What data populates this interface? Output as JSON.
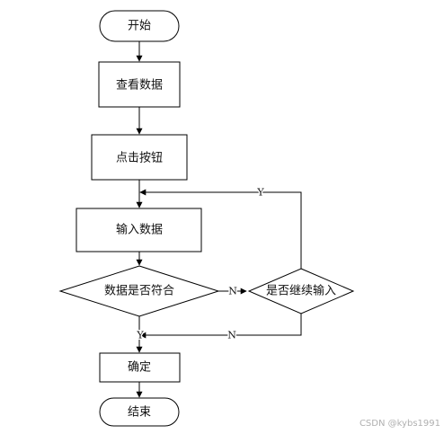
{
  "nodes": {
    "start": "开始",
    "view_data": "查看数据",
    "click_button": "点击按钮",
    "input_data": "输入数据",
    "data_match": "数据是否符合",
    "continue_input": "是否继续输入",
    "confirm": "确定",
    "end": "结束"
  },
  "edges": {
    "match_no": "N",
    "continue_yes": "Y",
    "continue_no": "N",
    "match_yes": "Y"
  },
  "watermark": "CSDN @kybs1991",
  "colors": {
    "stroke": "#000000",
    "fill": "#ffffff",
    "watermark": "#b0b0b0"
  }
}
